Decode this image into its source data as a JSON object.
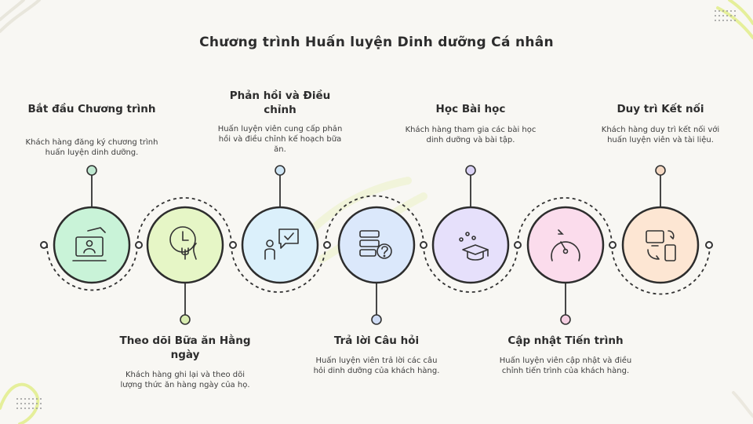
{
  "title": "Chương trình Huấn luyện Dinh dưỡng Cá nhân",
  "steps": [
    {
      "title": "Bắt đầu Chương trình",
      "desc": "Khách hàng đăng ký chương trình huấn luyện dinh dưỡng.",
      "icon": "online-registration-icon",
      "color": "#c9f3d8",
      "dot": "#bfe8d0"
    },
    {
      "title": "Theo dõi Bữa ăn Hằng ngày",
      "desc": "Khách hàng ghi lại và theo dõi lượng thức ăn hàng ngày của họ.",
      "icon": "meal-clock-icon",
      "color": "#e6f6c6",
      "dot": "#d8ecb0"
    },
    {
      "title": "Phản hồi và Điều chỉnh",
      "desc": "Huấn luyện viên cung cấp phản hồi và điều chỉnh kế hoạch bữa ăn.",
      "icon": "feedback-person-icon",
      "color": "#dbf0fb",
      "dot": "#cfe6f5"
    },
    {
      "title": "Trả lời Câu hỏi",
      "desc": "Huấn luyện viên trả lời các câu hỏi dinh dưỡng của khách hàng.",
      "icon": "question-database-icon",
      "color": "#dbe8fb",
      "dot": "#cfdcf5"
    },
    {
      "title": "Học Bài học",
      "desc": "Khách hàng tham gia các bài học dinh dưỡng và bài tập.",
      "icon": "graduation-cap-icon",
      "color": "#e6e0fb",
      "dot": "#dad2f5"
    },
    {
      "title": "Cập nhật Tiến trình",
      "desc": "Huấn luyện viên cập nhật và điều chỉnh tiến trình của khách hàng.",
      "icon": "progress-gauge-icon",
      "color": "#fbdcec",
      "dot": "#f5cfe2"
    },
    {
      "title": "Duy trì Kết nối",
      "desc": "Khách hàng duy trì kết nối với huấn luyện viên và tài liệu.",
      "icon": "devices-sync-icon",
      "color": "#fde6d3",
      "dot": "#f5d8c2"
    }
  ]
}
